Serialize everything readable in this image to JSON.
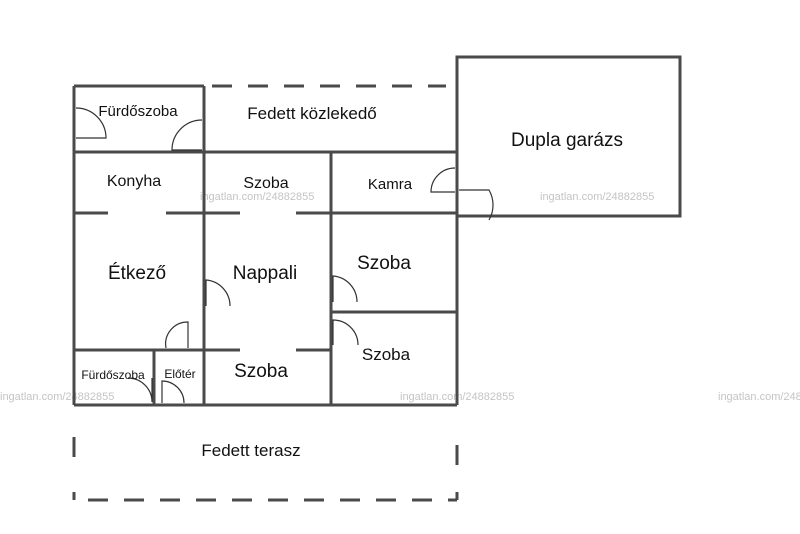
{
  "rooms": {
    "furdoszoba_top": "Fürdőszoba",
    "fedett_kozlekedo": "Fedett közlekedő",
    "dupla_garazs": "Dupla garázs",
    "konyha": "Konyha",
    "szoba_top": "Szoba",
    "kamra": "Kamra",
    "etkezo": "Étkező",
    "nappali": "Nappali",
    "szoba_right1": "Szoba",
    "szoba_right2": "Szoba",
    "furdoszoba_bottom": "Fürdőszoba",
    "eloter": "Előtér",
    "szoba_bottom": "Szoba",
    "fedett_terasz": "Fedett terasz"
  },
  "watermark": {
    "text": "ingatlan.com/24882855"
  },
  "colors": {
    "wall": "#4a4a4a",
    "text": "#111111",
    "watermark": "#c4c4c4"
  }
}
